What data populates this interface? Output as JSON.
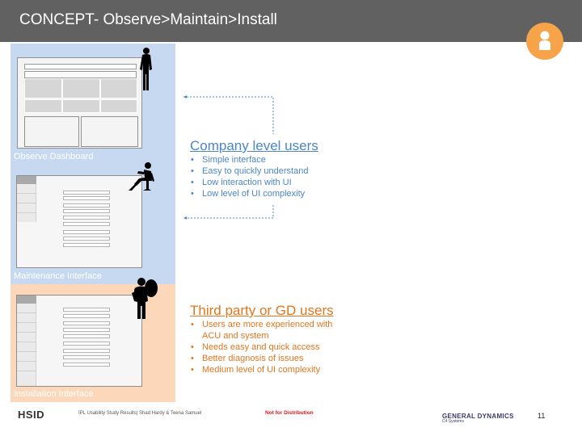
{
  "header": {
    "title": "CONCEPT- Observe>Maintain>Install"
  },
  "panels": {
    "observe_label": "Observe Dashboard",
    "maintenance_label": "Maintenance Interface",
    "installation_label": "Installation Interface"
  },
  "company_section": {
    "title": "Company level users",
    "bullets": [
      "Simple interface",
      "Easy to quickly understand",
      "Low interaction with UI",
      "Low level of UI complexity"
    ]
  },
  "thirdparty_section": {
    "title": "Third party or GD users",
    "bullets": [
      "Users are more experienced with ACU and system",
      "Needs easy and quick access",
      "Better diagnosis of issues",
      "Medium level of UI complexity"
    ]
  },
  "footer": {
    "logo": "HSID",
    "citation": "IPL Usability Study Results| Shad Hardy & Teena Samuel",
    "notice": "Not for Distribution",
    "company": "GENERAL DYNAMICS",
    "company_sub": "C4 Systems",
    "page_number": "11"
  },
  "icons": {
    "avatar": "user-avatar-icon",
    "standing_person": "standing-person-icon",
    "seated_person": "seated-person-icon",
    "worker_person": "worker-person-icon"
  },
  "colors": {
    "header_bg": "#616161",
    "avatar_bg": "#f6a34a",
    "blue_panel": "#c7d9f0",
    "orange_panel": "#fdd7b9",
    "blue_text": "#4a86c8",
    "orange_text": "#e3751c",
    "notice_red": "#e4141a"
  }
}
